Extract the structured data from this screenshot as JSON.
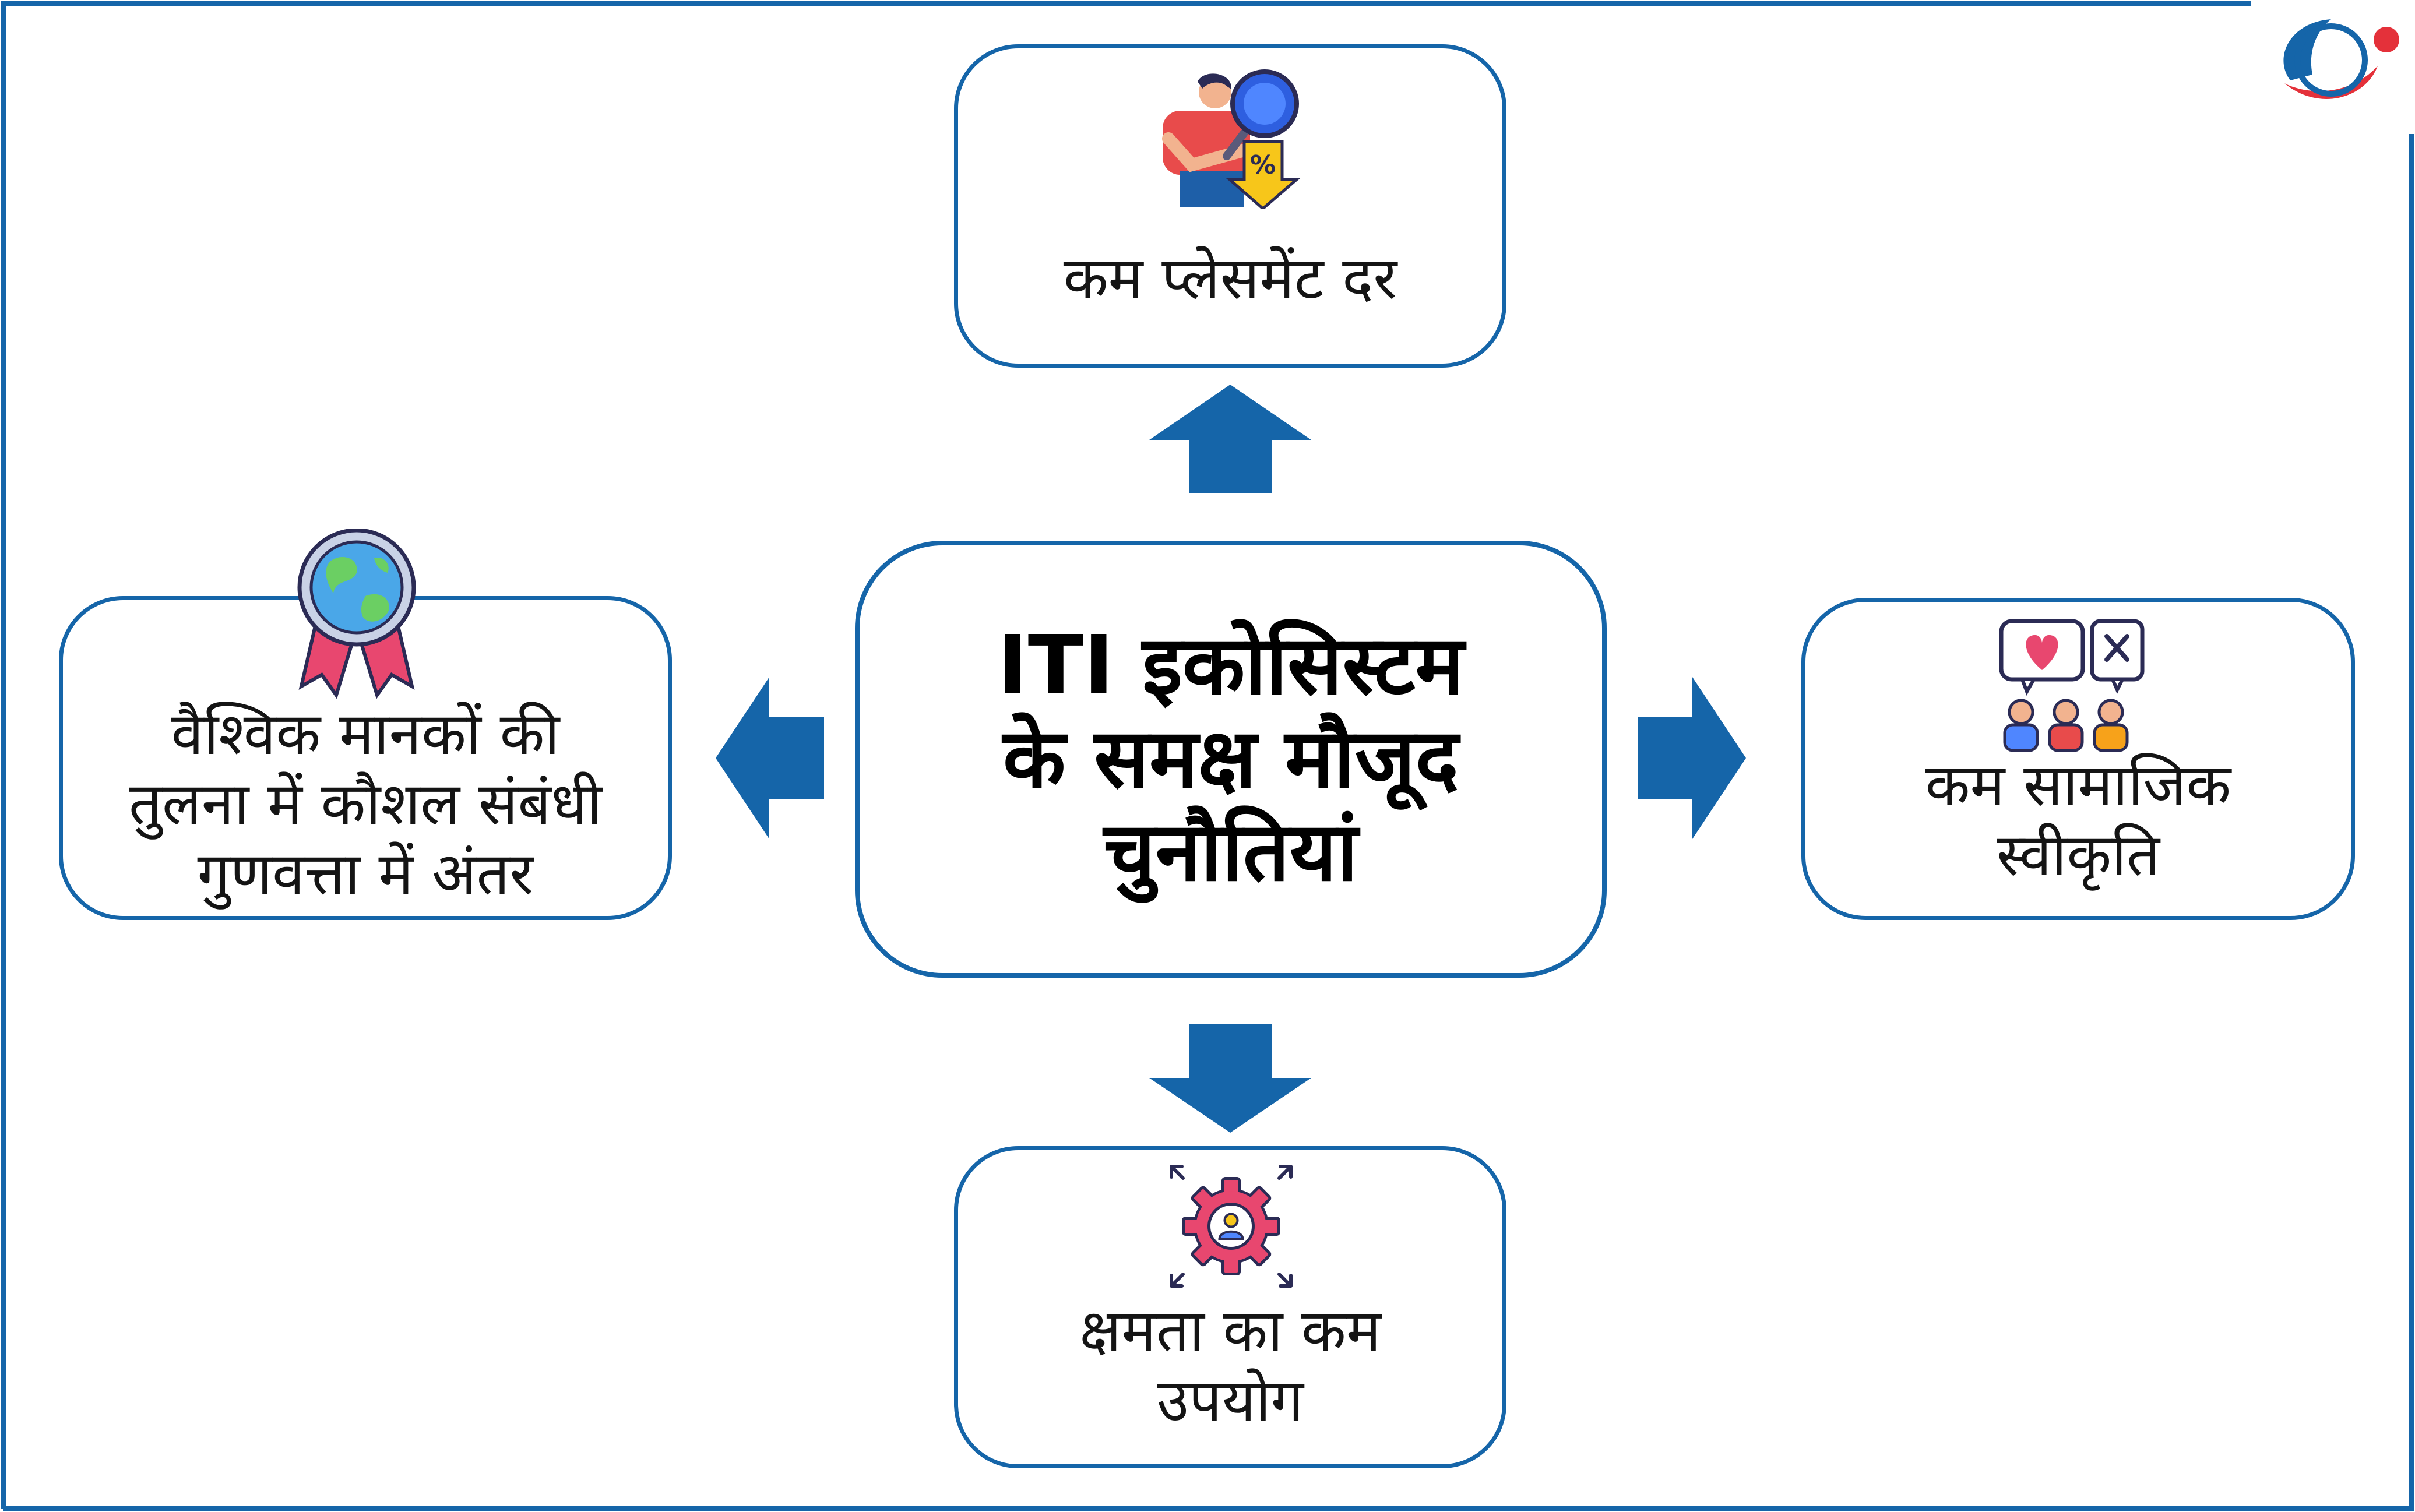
{
  "diagram": {
    "center": {
      "label": "ITI इकोसिस्टम\nके समक्ष मौजूद\nचुनौतियां"
    },
    "top": {
      "label": "कम प्लेसमेंट दर",
      "icon": "person-magnifier-percent-down-icon"
    },
    "left": {
      "label": "वैश्विक मानकों की\nतुलना में कौशल संबंधी\nगुणवत्ता में अंतर",
      "icon": "globe-award-ribbon-icon"
    },
    "right": {
      "label": "कम सामाजिक\nस्वीकृति",
      "icon": "social-feedback-people-icon"
    },
    "bottom": {
      "label": "क्षमता का कम\nउपयोग",
      "icon": "gear-user-expand-icon"
    }
  },
  "logo": {
    "icon": "brand-logo-icon"
  },
  "colors": {
    "accent": "#1565a9",
    "arrow": "#1565a9",
    "brand_red": "#e4313a"
  }
}
